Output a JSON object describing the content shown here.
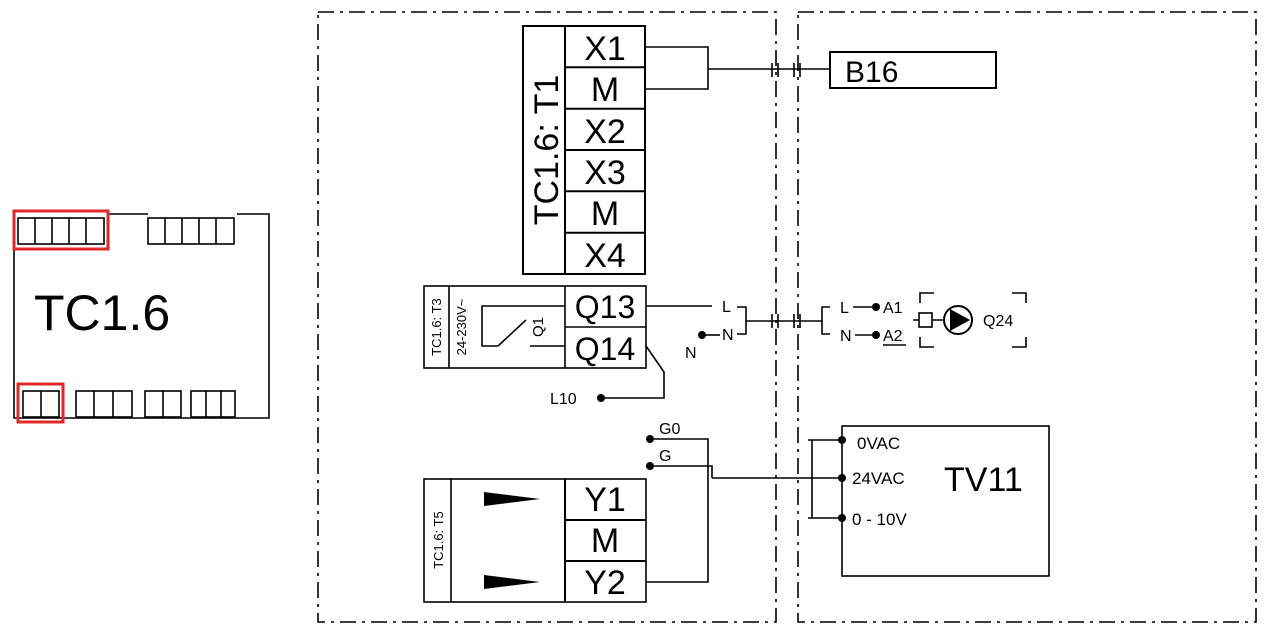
{
  "controller": {
    "name": "TC1.6"
  },
  "block_t1": {
    "label": "TC1.6:  T1",
    "terminals": [
      "X1",
      "M",
      "X2",
      "X3",
      "M",
      "X4"
    ]
  },
  "sensor": {
    "label": "B16"
  },
  "block_t3": {
    "label": "TC1.6:  T3",
    "voltage": "24-230V~",
    "relay": "Q1",
    "terminals": [
      "Q13",
      "Q14"
    ]
  },
  "wires": {
    "l": "L",
    "n": "N",
    "n_supply": "N",
    "l10": "L10",
    "g0": "G0",
    "g": "G"
  },
  "pump": {
    "l": "L",
    "n": "N",
    "a1": "A1",
    "a2": "A2",
    "label": "Q24"
  },
  "block_t5": {
    "label": "TC1.6:  T5",
    "terminals": [
      "Y1",
      "M",
      "Y2"
    ]
  },
  "actuator": {
    "label": "TV11",
    "terminals": [
      "0VAC",
      "24VAC",
      "0 - 10V"
    ]
  }
}
